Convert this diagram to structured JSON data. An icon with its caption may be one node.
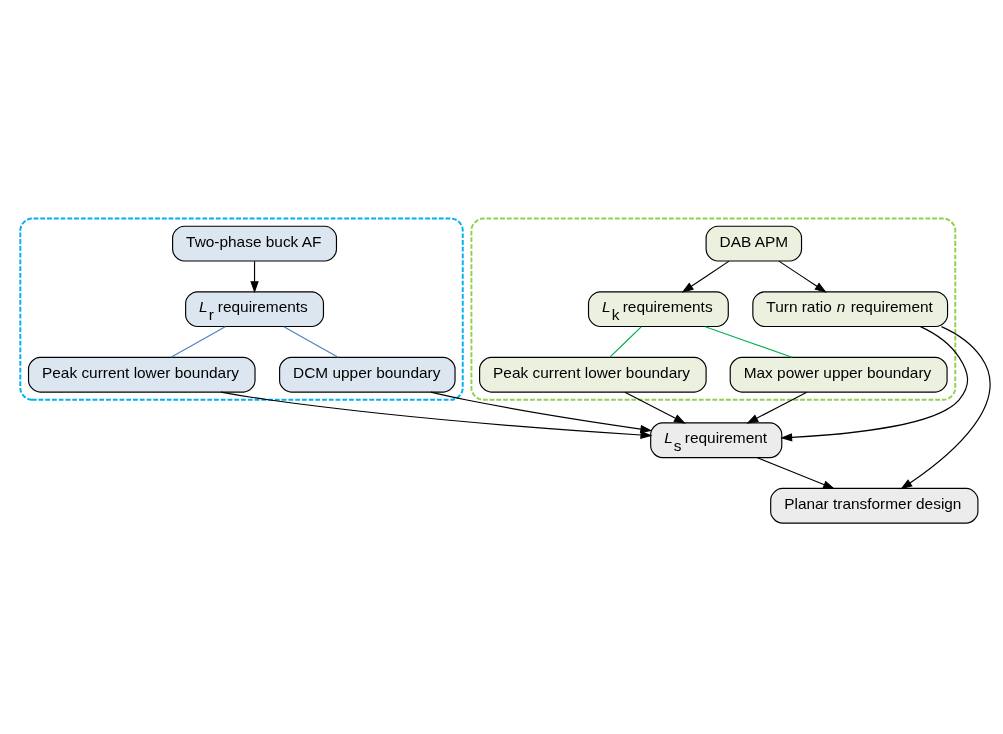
{
  "diagram": {
    "nodes": [
      {
        "text": [],
        "shape": "box"
      },
      {
        "text": [
          "Two-phase buck AF"
        ],
        "in": 0
      },
      {
        "text": [
          "*L*$_{r}$ requirements"
        ],
        "in": 0
      },
      {
        "text": [
          "Peak current lower boundary"
        ],
        "in": 0
      },
      {
        "text": [
          "DCM upper boundary"
        ],
        "in": 0
      },
      {
        "text": [],
        "shape": "box"
      },
      {
        "text": [
          "DAB APM"
        ],
        "in": 5
      },
      {
        "text": [
          "*L*$_{k}$ requirements"
        ],
        "in": 5
      },
      {
        "text": [
          "Turn ratio *n* requirement"
        ],
        "in": 5
      },
      {
        "text": [
          "Peak current lower boundary"
        ],
        "in": 5
      },
      {
        "text": [
          "Max power upper boundary"
        ],
        "in": 5
      },
      {
        "text": [
          "*L*$_{s}$ requirement"
        ]
      },
      {
        "text": [
          "Planar transformer design"
        ]
      }
    ],
    "edges": [
      {
        "from": 1,
        "to": 2,
        "arrow": "to"
      },
      {
        "from": 2,
        "to": 3,
        "arrow": "none",
        "color": "#4f81bd"
      },
      {
        "from": 2,
        "to": 4,
        "arrow": "none",
        "color": "#4f81bd"
      },
      {
        "from": 3,
        "to": 11,
        "arrow": "to"
      },
      {
        "from": 4,
        "to": 11,
        "arrow": "to"
      },
      {
        "from": 6,
        "to": 7,
        "arrow": "to"
      },
      {
        "from": 6,
        "to": 8,
        "arrow": "to"
      },
      {
        "from": 7,
        "to": 9,
        "arrow": "none",
        "color": "#00b050"
      },
      {
        "from": 7,
        "to": 10,
        "arrow": "none",
        "color": "#00b050"
      },
      {
        "from": 9,
        "to": 11,
        "arrow": "to"
      },
      {
        "from": 10,
        "to": 11,
        "arrow": "to"
      },
      {
        "from": 8,
        "to": 11,
        "arrow": "to"
      },
      {
        "from": 8,
        "to": 12,
        "arrow": "to"
      },
      {
        "from": 11,
        "to": 12,
        "arrow": "to"
      }
    ]
  }
}
